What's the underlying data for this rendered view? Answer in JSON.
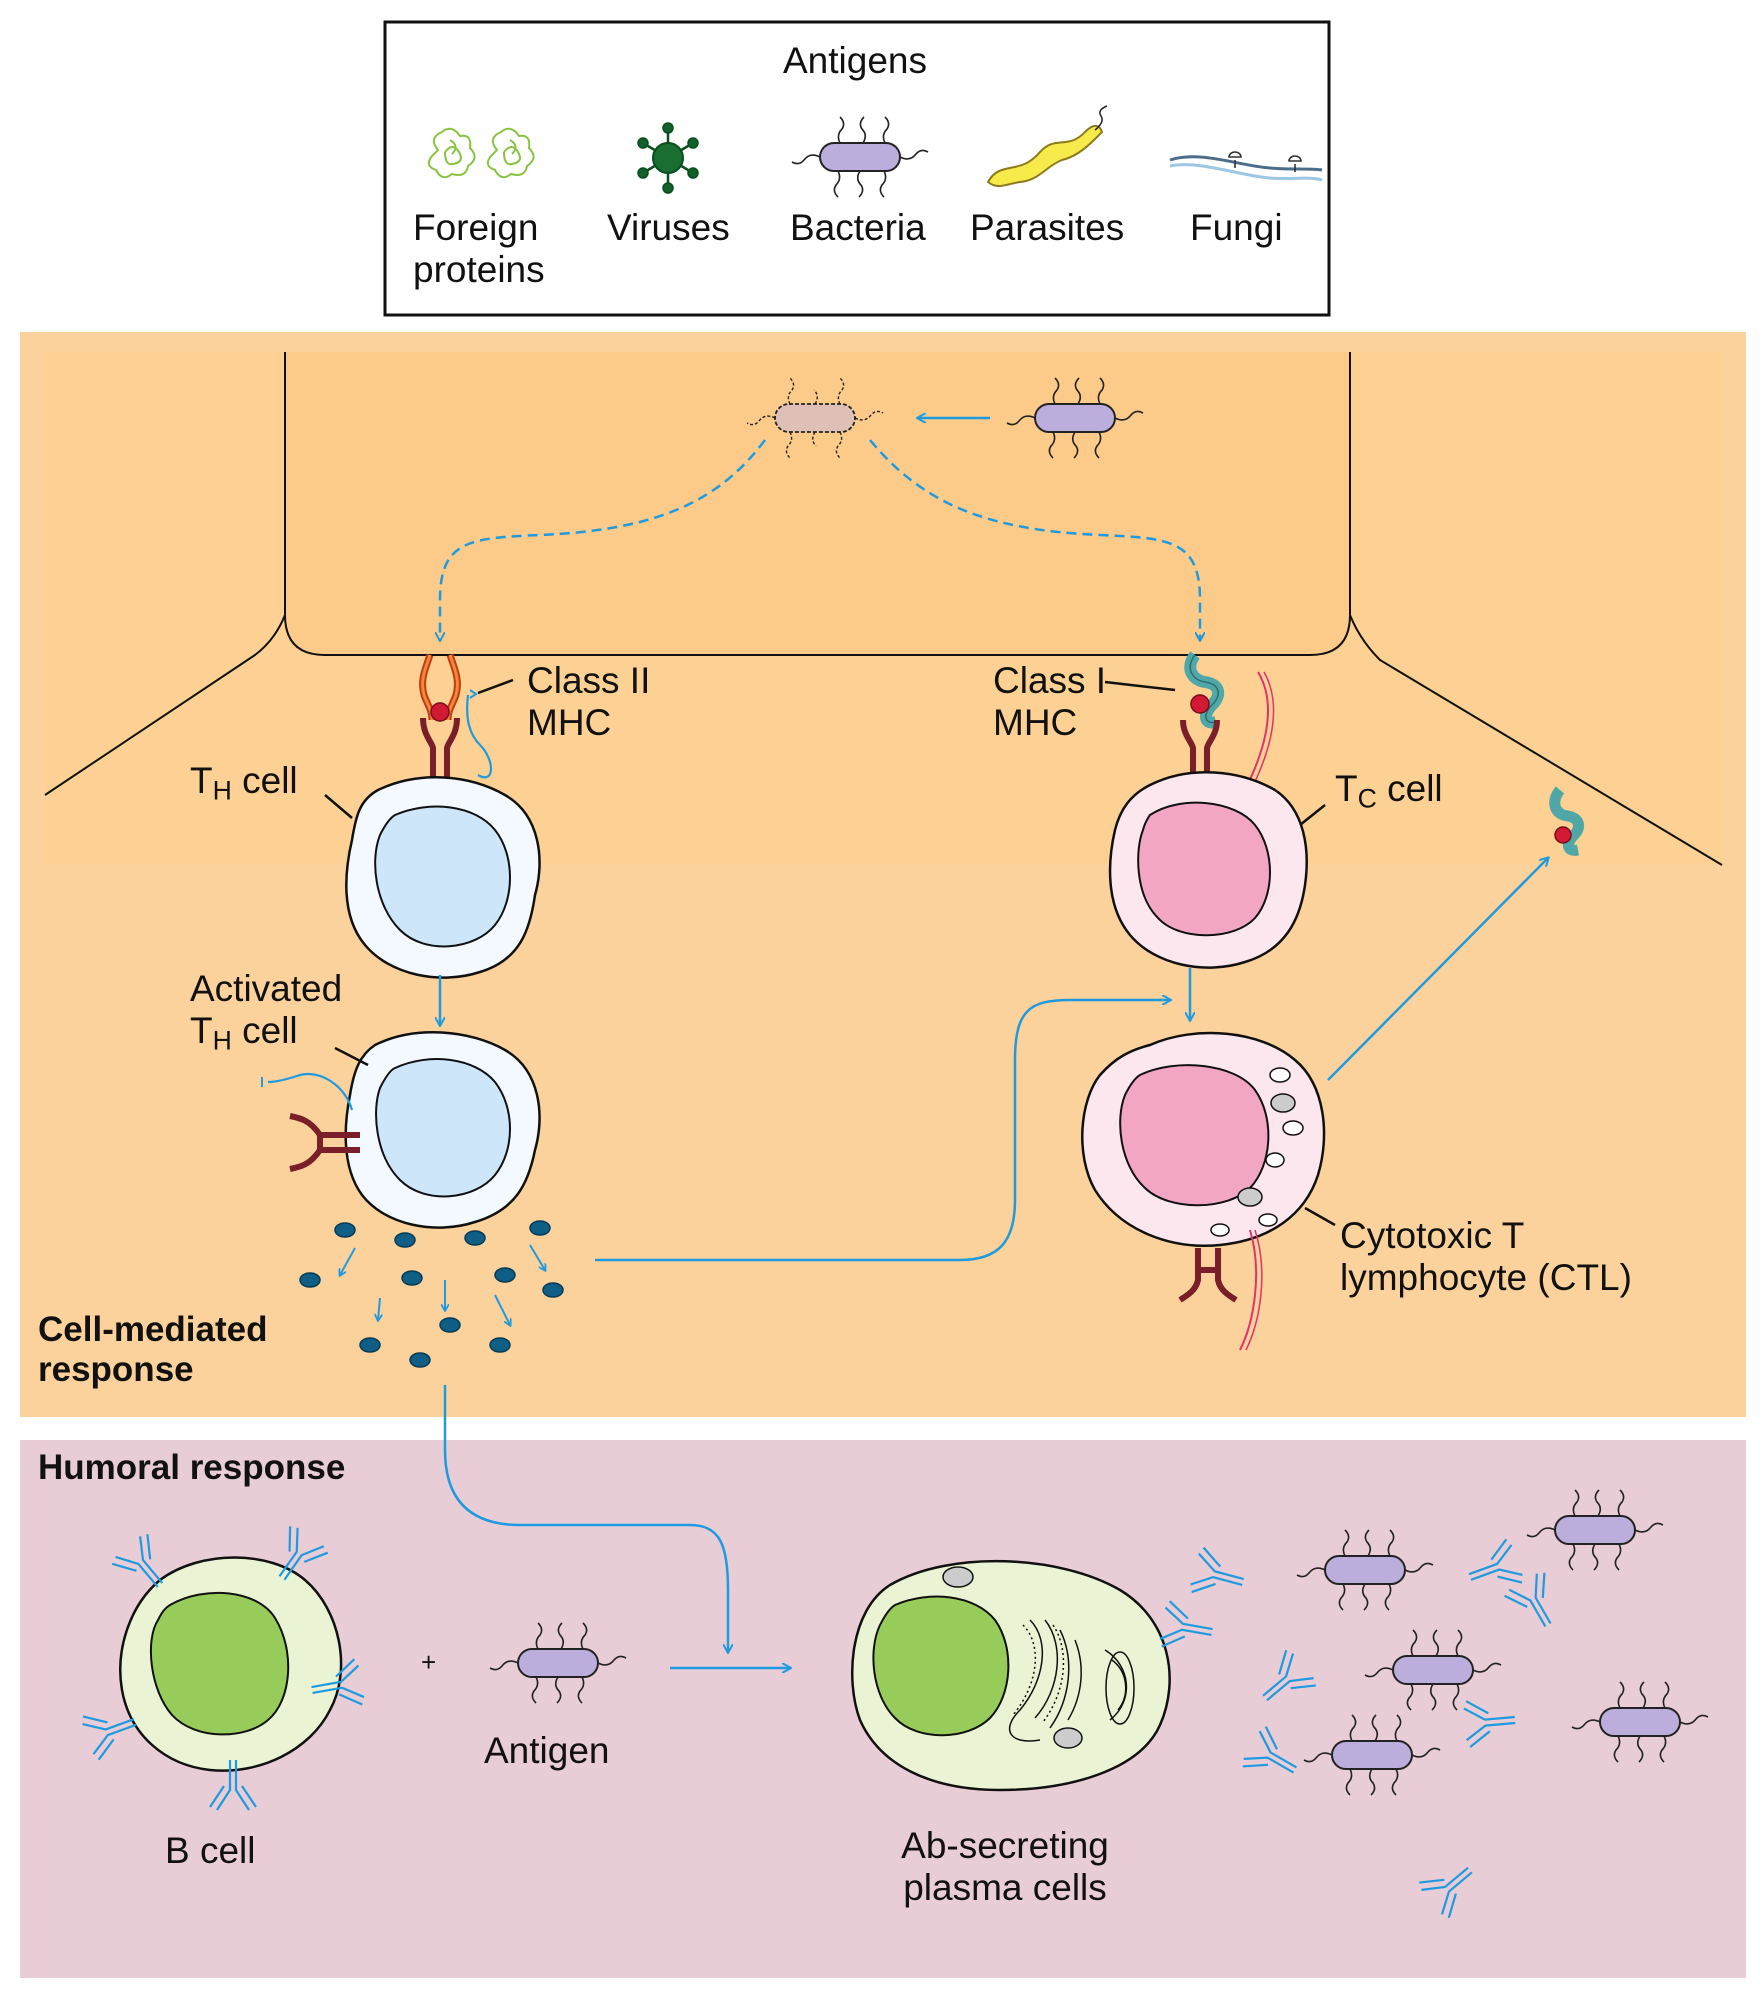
{
  "legend": {
    "title": "Antigens",
    "items": [
      {
        "line1": "Foreign",
        "line2": "proteins"
      },
      {
        "line1": "Viruses"
      },
      {
        "line1": "Bacteria"
      },
      {
        "line1": "Parasites"
      },
      {
        "line1": "Fungi"
      }
    ]
  },
  "cell_mediated": {
    "section_line1": "Cell-mediated",
    "section_line2": "response",
    "class2_line1": "Class II",
    "class2_line2": "MHC",
    "class1_line1": "Class I",
    "class1_line2": "MHC",
    "th_main": "T",
    "th_sub": "H",
    "th_rest": " cell",
    "tc_main": "T",
    "tc_sub": "C",
    "tc_rest": " cell",
    "activated_line1": "Activated",
    "activated_main": "T",
    "activated_sub": "H",
    "activated_rest": " cell",
    "ctl_line1": "Cytotoxic T",
    "ctl_line2": "lymphocyte (CTL)"
  },
  "humoral": {
    "section": "Humoral response",
    "bcell": "B cell",
    "plus": "+",
    "antigen": "Antigen",
    "plasma_line1": "Ab-secreting",
    "plasma_line2": "plasma cells"
  },
  "colors": {
    "cell_mediated_bg": "#FBD29B",
    "humoral_bg": "#E8CCD6",
    "arrow": "#1E9BE0",
    "bacterium": "#BBAEDC",
    "th_nucleus": "#CDE6FA",
    "tc_nucleus": "#F3A6C4",
    "bcell_nucleus": "#97CC5A"
  }
}
